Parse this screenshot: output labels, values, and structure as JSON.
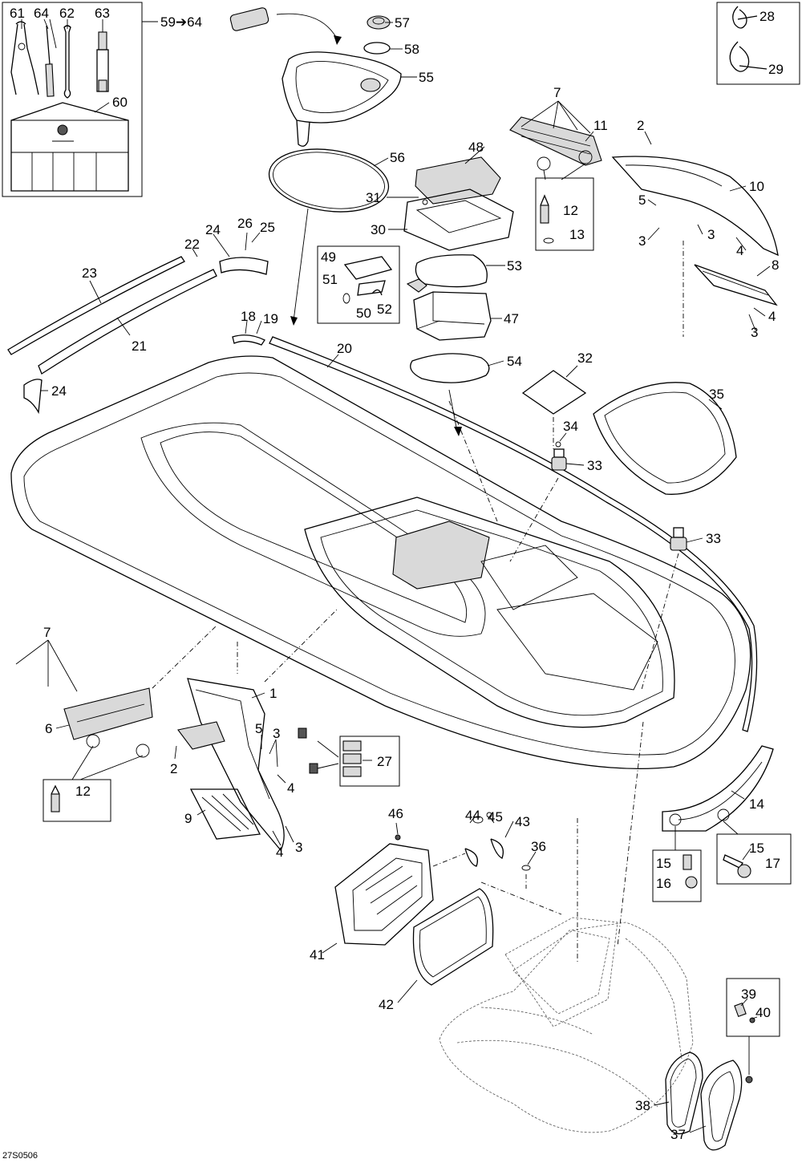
{
  "diagram_code": "27S0506",
  "kit_range_label": "59➔64",
  "callouts": {
    "c1": "1",
    "c2": "2",
    "c3": "3",
    "c4": "4",
    "c5": "5",
    "c6": "6",
    "c7": "7",
    "c8": "8",
    "c9": "9",
    "c10": "10",
    "c11": "11",
    "c12": "12",
    "c13": "13",
    "c14": "14",
    "c15": "15",
    "c16": "16",
    "c17": "17",
    "c18": "18",
    "c19": "19",
    "c20": "20",
    "c21": "21",
    "c22": "22",
    "c23": "23",
    "c24": "24",
    "c25": "25",
    "c26": "26",
    "c27": "27",
    "c28": "28",
    "c29": "29",
    "c30": "30",
    "c31": "31",
    "c32": "32",
    "c33": "33",
    "c34": "34",
    "c35": "35",
    "c36": "36",
    "c37": "37",
    "c38": "38",
    "c39": "39",
    "c40": "40",
    "c41": "41",
    "c42": "42",
    "c43": "43",
    "c44": "44",
    "c45": "45",
    "c46": "46",
    "c47": "47",
    "c48": "48",
    "c49": "49",
    "c50": "50",
    "c51": "51",
    "c52": "52",
    "c53": "53",
    "c54": "54",
    "c55": "55",
    "c56": "56",
    "c57": "57",
    "c58": "58",
    "c60": "60",
    "c61": "61",
    "c62": "62",
    "c63": "63",
    "c64": "64"
  },
  "colors": {
    "line": "#000000",
    "background": "#ffffff",
    "shade": "#d9d9d9"
  }
}
